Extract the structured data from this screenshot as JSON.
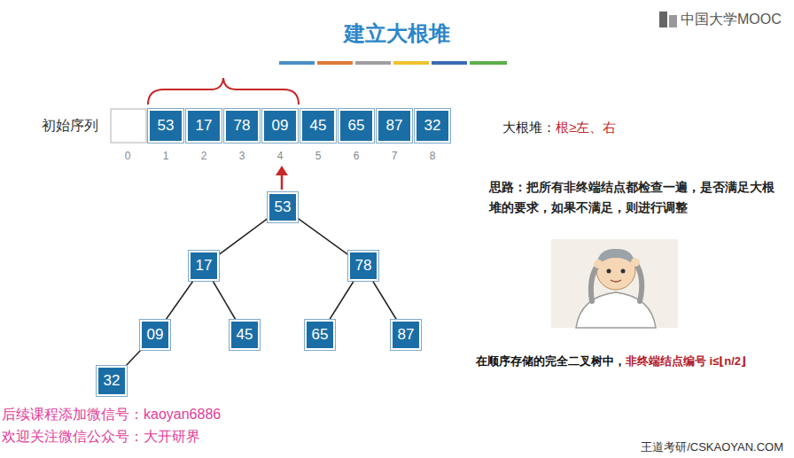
{
  "diagram": {
    "title": "建立大根堆",
    "nodes": [
      {
        "text": [
          "53"
        ]
      },
      {
        "text": [
          "17"
        ]
      },
      {
        "text": [
          "78"
        ]
      },
      {
        "text": [
          "09"
        ]
      },
      {
        "text": [
          "45"
        ]
      },
      {
        "text": [
          "65"
        ]
      },
      {
        "text": [
          "87"
        ]
      },
      {
        "text": [
          "32"
        ]
      },
      {
        "text": [
          "53"
        ]
      },
      {
        "text": [
          "17"
        ]
      },
      {
        "text": [
          "78"
        ]
      },
      {
        "text": [
          "09"
        ]
      },
      {
        "text": [
          "45"
        ]
      },
      {
        "text": [
          "65"
        ]
      },
      {
        "text": [
          "87"
        ]
      },
      {
        "text": [
          "32"
        ]
      }
    ],
    "edges": [
      {
        "from": 8,
        "to": 9,
        "arrow": "none"
      },
      {
        "from": 8,
        "to": 10,
        "arrow": "none"
      },
      {
        "from": 9,
        "to": 11,
        "arrow": "none"
      },
      {
        "from": 9,
        "to": 12,
        "arrow": "none"
      },
      {
        "from": 10,
        "to": 13,
        "arrow": "none"
      },
      {
        "from": 10,
        "to": 14,
        "arrow": "none"
      },
      {
        "from": 11,
        "to": 15,
        "arrow": "none"
      }
    ],
    "labels": [
      "中国大学MOOC",
      "初始序列",
      "0",
      "1",
      "2",
      "3",
      "4",
      "5",
      "6",
      "7",
      "8",
      "大根堆：",
      "根≥左、右",
      "思路：把所有非终端结点都检查一遍，是否满足大根堆的要求，如果不满足，则进行调整",
      "在顺序存储的完全二叉树中，",
      "非终端结点编号 i≤⌊n/2⌋",
      "后续课程添加微信号：kaoyan6886",
      "欢迎关注微信公众号：大开研界",
      "王道考研/CSKAOYAN.COM"
    ]
  }
}
